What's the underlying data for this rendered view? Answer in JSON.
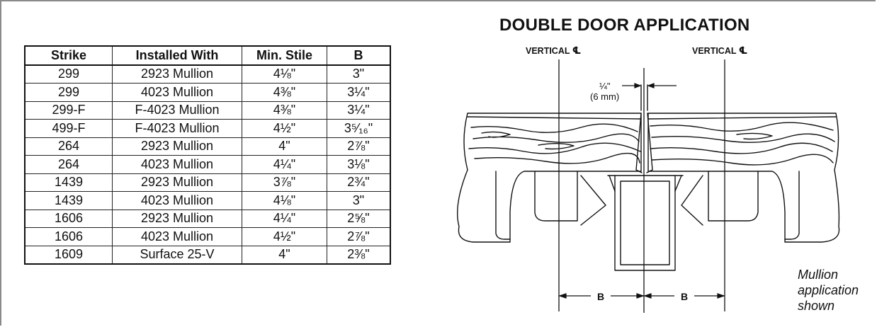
{
  "table": {
    "headers": [
      "Strike",
      "Installed With",
      "Min. Stile",
      "B"
    ],
    "rows": [
      [
        "299",
        "2923 Mullion",
        "4⅛\"",
        "3\""
      ],
      [
        "299",
        "4023 Mullion",
        "4⅜\"",
        "3¼\""
      ],
      [
        "299-F",
        "F-4023 Mullion",
        "4⅜\"",
        "3¼\""
      ],
      [
        "499-F",
        "F-4023 Mullion",
        "4½\"",
        "3⁵⁄₁₆\""
      ],
      [
        "264",
        "2923 Mullion",
        "4\"",
        "2⅞\""
      ],
      [
        "264",
        "4023 Mullion",
        "4¼\"",
        "3⅛\""
      ],
      [
        "1439",
        "2923 Mullion",
        "3⅞\"",
        "2¾\""
      ],
      [
        "1439",
        "4023 Mullion",
        "4⅛\"",
        "3\""
      ],
      [
        "1606",
        "2923 Mullion",
        "4¼\"",
        "2⅝\""
      ],
      [
        "1606",
        "4023 Mullion",
        "4½\"",
        "2⅞\""
      ],
      [
        "1609",
        "Surface 25-V",
        "4\"",
        "2⅜\""
      ]
    ]
  },
  "diagram": {
    "title": "DOUBLE DOOR APPLICATION",
    "vertical_label": "VERTICAL",
    "centerline_symbol": "℄",
    "gap_imperial": "¼\"",
    "gap_metric": "(6 mm)",
    "b_label": "B",
    "note_lines": [
      "Mullion",
      "application",
      "shown"
    ]
  }
}
